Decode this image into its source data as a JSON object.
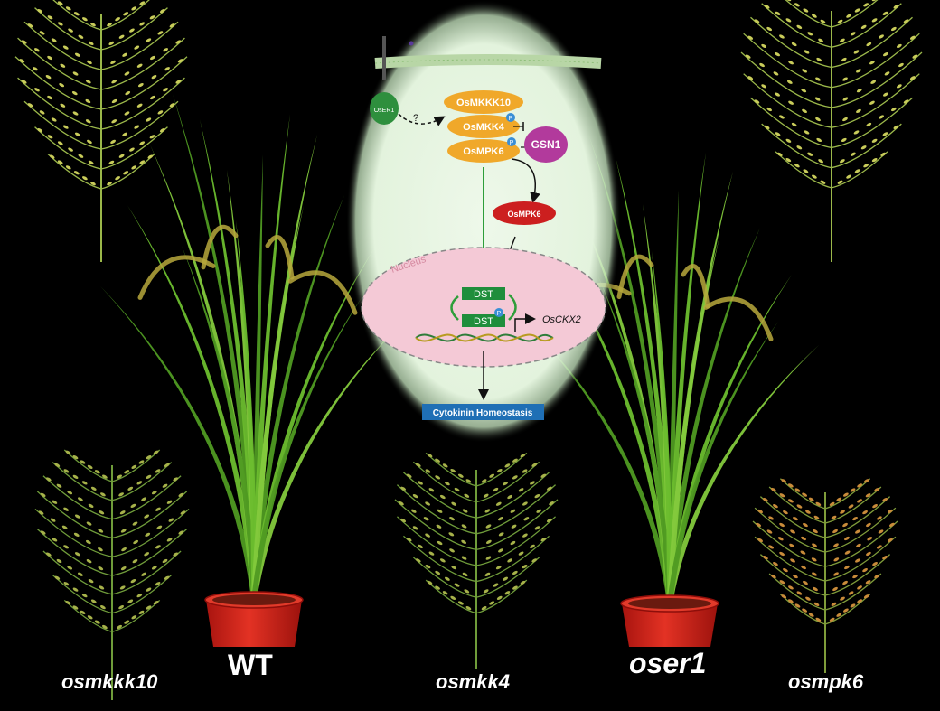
{
  "labels": {
    "osmkkk10": "osmkkk10",
    "wt": "WT",
    "osmkk4": "osmkk4",
    "oser1": "oser1",
    "osmpk6": "osmpk6"
  },
  "diagram": {
    "receptor": "OsER1",
    "question": "?",
    "kinases": [
      "OsMKKK10",
      "OsMKK4",
      "OsMPK6"
    ],
    "phospho": "P",
    "gsn1": "GSN1",
    "mpk6_red": "OsMPK6",
    "nucleus": "Nucleus",
    "dst": "DST",
    "gene": "OsCKX2",
    "output": "Cytokinin Homeostasis"
  },
  "colors": {
    "background": "#000000",
    "leaf": "#5fae2a",
    "kinase": "#f0a82a",
    "gsn1": "#b23a9c",
    "mpk6_red": "#cc1f1f",
    "dst": "#1f8e3c",
    "nucleus": "#f4c9d6",
    "output_box": "#1f6fb5",
    "pot": "#d8261c"
  }
}
